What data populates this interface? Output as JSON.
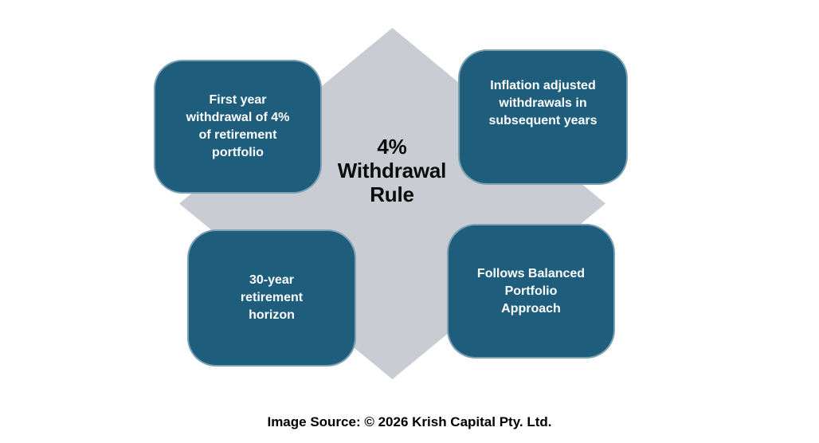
{
  "diagram": {
    "title": "4%\nWithdrawal\nRule",
    "boxes": [
      {
        "id": "top-left",
        "text": "First year\nwithdrawal of 4%\nof retirement\nportfolio"
      },
      {
        "id": "top-right",
        "text": "Inflation adjusted\nwithdrawals in\nsubsequent years"
      },
      {
        "id": "bottom-left",
        "text": "30-year\nretirement\nhorizon"
      },
      {
        "id": "bottom-right",
        "text": "Follows Balanced\nPortfolio\nApproach"
      }
    ],
    "colors": {
      "box_fill": "#1e5e7c",
      "box_text": "#fdfeff",
      "diamond_fill": "#c9cdd3",
      "title_text": "#0b0b0b",
      "caption_text": "#000000",
      "background": "#ffffff"
    }
  },
  "footer": {
    "caption": "Image Source: © 2026 Krish Capital Pty. Ltd."
  }
}
